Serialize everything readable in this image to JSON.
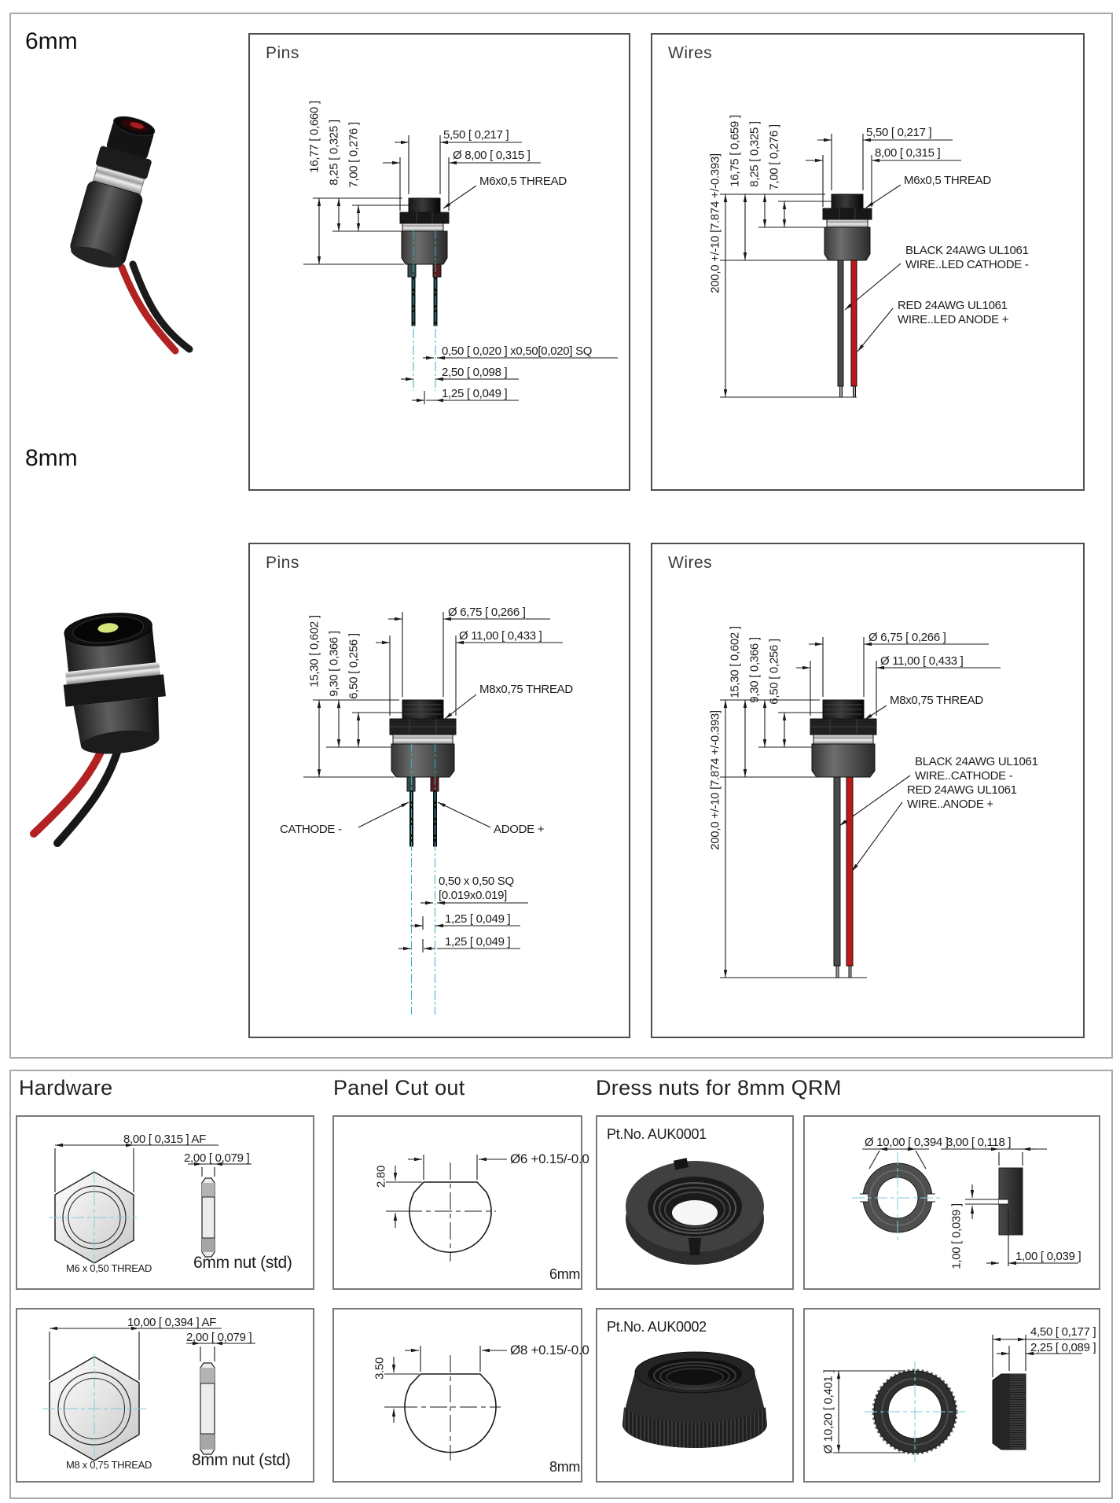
{
  "labels": {
    "size6": "6mm",
    "size8": "8mm"
  },
  "pins6": {
    "title": "Pins",
    "v": [
      "16,77 [ 0,660 ]",
      "8,25 [ 0,325 ]",
      "7,00 [ 0,276 ]"
    ],
    "h": [
      "5,50 [ 0,217 ]",
      "Ø 8,00 [ 0,315 ]"
    ],
    "thread": "M6x0,5 THREAD",
    "b": [
      "0,50 [ 0,020 ] x0,50[0,020] SQ",
      "2,50 [ 0,098 ]",
      "1,25 [ 0,049 ]"
    ]
  },
  "wires6": {
    "title": "Wires",
    "v": [
      "200,0 +/-10 [7.874 +/-0.393]",
      "16,75 [ 0,659 ]",
      "8,25 [ 0,325 ]",
      "7,00 [ 0,276 ]"
    ],
    "h": [
      "5,50 [ 0,217 ]",
      "8,00 [ 0,315 ]"
    ],
    "thread": "M6x0,5 THREAD",
    "black1": "BLACK 24AWG UL1061",
    "black2": "WIRE..LED CATHODE -",
    "red1": "RED 24AWG UL1061",
    "red2": "WIRE..LED ANODE +"
  },
  "pins8": {
    "title": "Pins",
    "v": [
      "15,30 [ 0,602 ]",
      "9,30 [ 0,366 ]",
      "6,50 [ 0,256 ]"
    ],
    "h": [
      "Ø 6,75 [ 0,266 ]",
      "Ø 11,00 [ 0,433 ]"
    ],
    "thread": "M8x0,75 THREAD",
    "cathode": "CATHODE -",
    "anode": "ADODE +",
    "sq1": "0,50  x 0,50 SQ",
    "sq2": "[0.019x0.019]",
    "d1": "1,25 [ 0,049 ]",
    "d2": "1,25 [ 0,049 ]"
  },
  "wires8": {
    "title": "Wires",
    "v": [
      "200,0 +/-10 [7.874 +/-0.393]",
      "15,30 [ 0,602 ]",
      "9,30 [ 0,366 ]",
      "6,50 [ 0,256 ]"
    ],
    "h": [
      "Ø 6,75 [ 0,266 ]",
      "Ø 11,00 [ 0,433 ]"
    ],
    "thread": "M8x0,75 THREAD",
    "black1": "BLACK 24AWG UL1061",
    "black2": "WIRE..CATHODE -",
    "red1": "RED 24AWG UL1061",
    "red2": "WIRE..ANODE +"
  },
  "hardware": {
    "title": "Hardware",
    "nut6": {
      "af": "8,00 [ 0,315 ]  AF",
      "t": "2,00 [ 0,079 ]",
      "thread": "M6 x 0,50 THREAD",
      "name": "6mm nut (std)"
    },
    "nut8": {
      "af": "10,00 [ 0,394 ]  AF",
      "t": "2,00 [ 0,079 ]",
      "thread": "M8 x 0,75 THREAD",
      "name": "8mm nut (std)"
    }
  },
  "panel": {
    "title": "Panel Cut out",
    "c6": {
      "flat": "2.80",
      "dia": "Ø6 +0.15/-0.0",
      "size": "6mm"
    },
    "c8": {
      "flat": "3.50",
      "dia": "Ø8 +0.15/-0.0",
      "size": "8mm"
    }
  },
  "dress": {
    "title": "Dress nuts for 8mm QRM",
    "n1": {
      "pt": "Pt.No. AUK0001",
      "dia": "Ø 10,00 [ 0,394 ]",
      "w": "3,00 [ 0,118 ]",
      "s1": "1,00 [ 0,039 ]",
      "s2": "1,00 [ 0,039 ]"
    },
    "n2": {
      "pt": "Pt.No. AUK0002",
      "dia": "Ø 10,20 [ 0,401 ]",
      "w1": "4,50 [ 0,177 ]",
      "w2": "2,25 [ 0,089 ]"
    }
  }
}
